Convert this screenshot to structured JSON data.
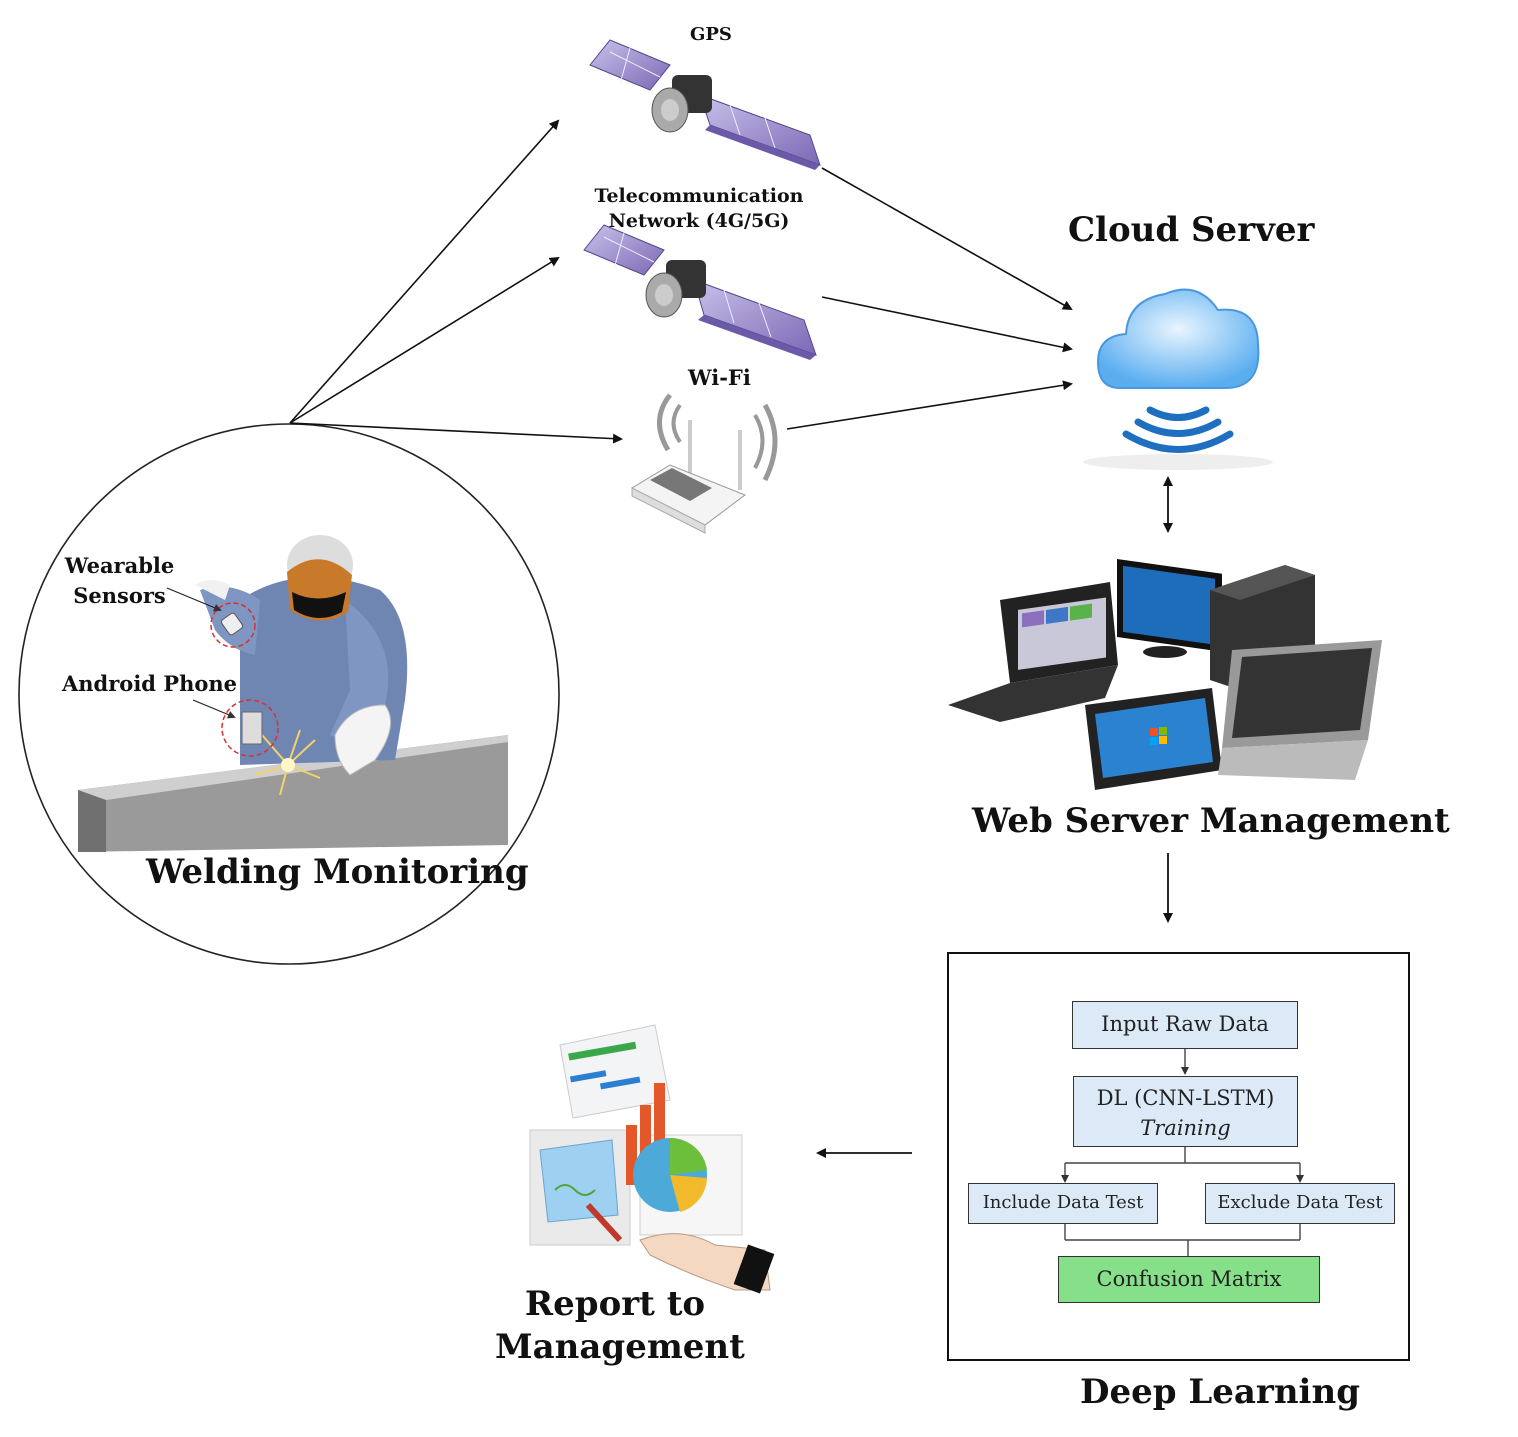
{
  "nodes": {
    "gps": "GPS",
    "telecom_line1": "Telecommunication",
    "telecom_line2": "Network (4G/5G)",
    "wifi": "Wi-Fi",
    "cloud": "Cloud Server",
    "web": "Web Server Management",
    "welding": "Welding Monitoring",
    "wearable_line1": "Wearable",
    "wearable_line2": "Sensors",
    "android": "Android Phone",
    "deep_learning": "Deep Learning",
    "report_line1": "Report to",
    "report_line2": "Management"
  },
  "flowchart": {
    "input": "Input Raw Data",
    "training_line1": "DL (CNN-LSTM)",
    "training_line2": "Training",
    "include": "Include Data Test",
    "exclude": "Exclude Data Test",
    "confusion": "Confusion Matrix"
  },
  "icons": [
    "satellite-icon",
    "satellite-icon",
    "wifi-router-icon",
    "cloud-icon",
    "computers-icon",
    "welder-icon",
    "report-icon"
  ],
  "colors": {
    "flow_box": "#dce9f7",
    "confusion_box": "#86e08a",
    "cloud": "#3d8fe0",
    "satellite_panel": "#8e7fc4"
  }
}
